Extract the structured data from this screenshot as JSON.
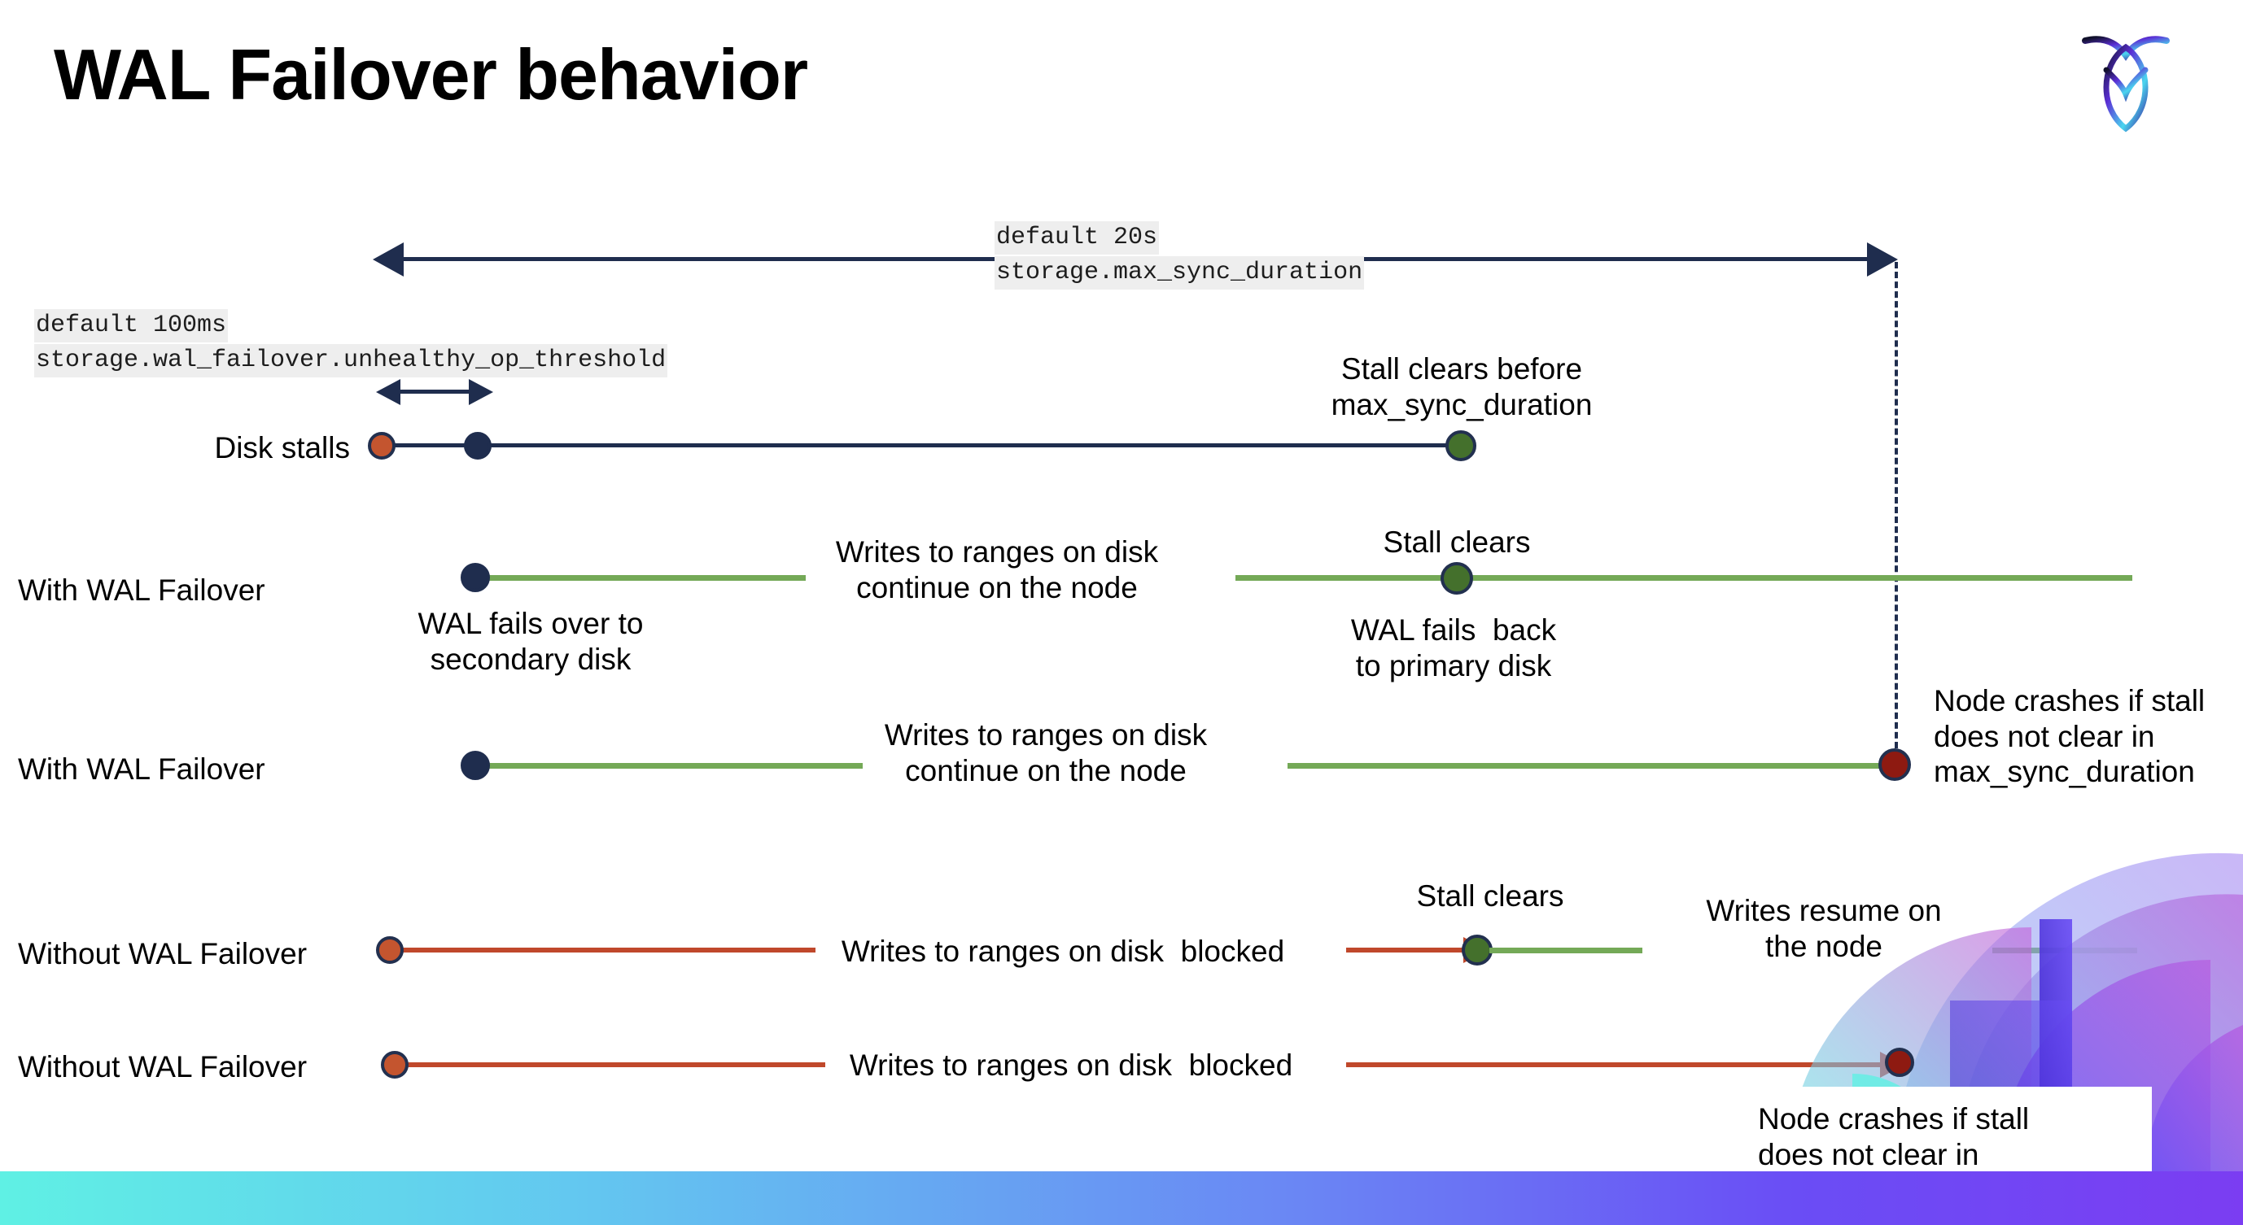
{
  "slide": {
    "title": "WAL Failover behavior",
    "logo_name": "cockroachdb-logo"
  },
  "settings": {
    "max_sync": {
      "default_label": "default 20s",
      "name": "storage.max_sync_duration"
    },
    "unhealthy_op": {
      "default_label": "default 100ms",
      "name": "storage.wal_failover.unhealthy_op_threshold"
    }
  },
  "rows": [
    {
      "label": "Disk stalls",
      "annotations": [
        "Stall clears before\nmax_sync_duration"
      ]
    },
    {
      "label": "With WAL Failover",
      "annotations": [
        "Writes to ranges on disk\ncontinue on the node",
        "Stall clears",
        "WAL fails over to\nsecondary disk",
        "WAL fails  back\nto primary disk"
      ]
    },
    {
      "label": "With WAL Failover",
      "annotations": [
        "Writes to ranges on disk\ncontinue on the node",
        "Node crashes if stall\ndoes not clear in\nmax_sync_duration"
      ]
    },
    {
      "label": "Without WAL Failover",
      "annotations": [
        "Writes to ranges on disk  blocked",
        "Stall clears",
        "Writes resume on\nthe node"
      ]
    },
    {
      "label": "Without WAL Failover",
      "annotations": [
        "Writes to ranges on disk  blocked",
        "Node crashes if stall\ndoes not clear in\nmax_sync_duration"
      ]
    }
  ],
  "labels": {
    "disk_stalls": "Disk stalls",
    "with_wal_failover_1": "With WAL Failover",
    "with_wal_failover_2": "With WAL Failover",
    "without_wal_failover_1": "Without WAL Failover",
    "without_wal_failover_2": "Without WAL Failover",
    "stall_clears_before": "Stall clears before\nmax_sync_duration",
    "writes_continue_1": "Writes to ranges on disk\ncontinue on the node",
    "writes_continue_2": "Writes to ranges on disk\ncontinue on the node",
    "stall_clears_row2": "Stall clears",
    "wal_fails_over": "WAL fails over to\nsecondary disk",
    "wal_fails_back": "WAL fails  back\nto primary disk",
    "node_crashes_1": "Node crashes if stall\ndoes not clear in\nmax_sync_duration",
    "writes_blocked_1": "Writes to ranges on disk  blocked",
    "writes_blocked_2": "Writes to ranges on disk  blocked",
    "stall_clears_row4": "Stall clears",
    "writes_resume": "Writes resume on\nthe node",
    "node_crashes_2": "Node crashes if stall\ndoes not clear in\nmax_sync_duration"
  },
  "colors": {
    "navy": "#1f2d4e",
    "green_line": "#74a957",
    "red_line": "#c0482b",
    "dot_orange": "#c4552f",
    "dot_navy": "#1f2d4e",
    "dot_green": "#44702c",
    "dot_darkred": "#8e1a11",
    "code_bg": "#eeeeee",
    "bar_start": "#5ff0e4",
    "bar_end": "#7b3df2"
  }
}
